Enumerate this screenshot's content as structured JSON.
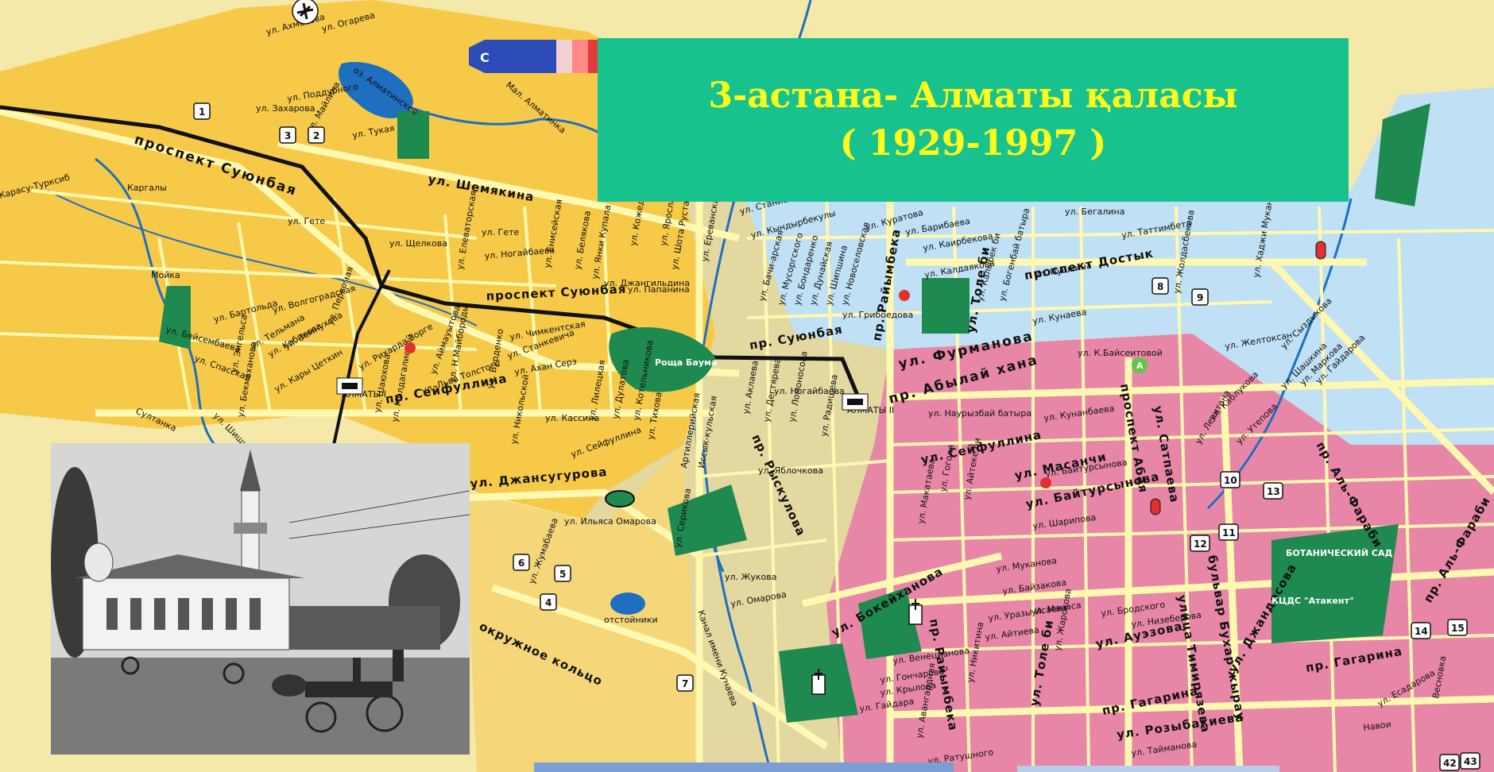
{
  "title": {
    "line1": "3-астана- Алматы қаласы",
    "line2": "( 1929-1997 )"
  },
  "colors": {
    "north_west_district": "#f7c948",
    "center_district": "#e2d8a0",
    "east_district": "#bfe0f5",
    "south_east_district": "#e886a8",
    "parks": "#1e8a50",
    "roads": "#fff8b0",
    "title_panel": "#17c28e",
    "title_text": "#ffff1a"
  },
  "map": {
    "streets": [
      "ул. Ахметова",
      "ул. Огарева",
      "ул. Поддубного",
      "ул. Захарова",
      "ул. Майлина",
      "ул. Тукая",
      "ул. Гете",
      "ул. Щелкова",
      "ул. Ногайбаева",
      "ул. Елеваторская",
      "ул. Гете",
      "ул. Енисейская",
      "ул. Белякова",
      "ул. Янки Купала",
      "ул. Джангильдина",
      "ул. Кожедуба",
      "ул. Ярославская",
      "ул. Ереванская",
      "ул. Папанина",
      "ул. Шота Руставели",
      "ул. Бартольда",
      "ул. Волгоградская",
      "ул. Бейсембаева",
      "ул. Энгельса",
      "ул. Тельмана",
      "ул. Кобикова",
      "ул. Земнухова",
      "ул. Первомая",
      "ул. Спасская",
      "ул. Кары Цеткин",
      "ул. Бекмаханова",
      "ул. Шишкина",
      "ул. Рихарда Зорге",
      "ул. Шаюхова",
      "ул. Молдагалиевой",
      "ул. Аймауытова",
      "ул. Н.Майбороды",
      "ул. Льва Толстого",
      "ул. Бурденко",
      "ул. Чимкентская",
      "ул. Станкевича",
      "ул. Ахан Серэ",
      "ул. Никольской",
      "ул. Кассина",
      "ул. Лилецкая",
      "ул. Дулатова",
      "ул. Котельникова",
      "ул. Тихова",
      "Артиллерийская",
      "Иссык-кульская",
      "ул. Ильяса Омарова",
      "ул. Сейфуллина",
      "ул. Жумабаева",
      "ул. Серикова",
      "ул. Яблочкова",
      "ул. Дегтярева",
      "ул. Аклаева",
      "ул. Ломоносова",
      "ул. Радищева",
      "ул. Ногайбаева",
      "ул. Станиславского",
      "ул. Кындырбекулы",
      "ул. Бачи-арская",
      "ул. Мусоргского",
      "ул. Бондаренко",
      "ул. Дунайская",
      "ул. Шипшина",
      "ул. Новоселовская",
      "ул. Грибоедова",
      "ул. Куратова",
      "ул. Барибаева",
      "ул. Каирбекова",
      "ул. Калдаякова",
      "ул. Калыбек би",
      "ул. Богенбай батыра",
      "ул. Пушкина",
      "ул. Кунаева",
      "ул. Бегалина",
      "ул. Таттимбета",
      "ул. Жолдасбекова",
      "ул. Хаджи Мукана",
      "ул. Желтоксан",
      "ул. К.Байсеитовой",
      "ул. Наурызбай батыра",
      "ул. Кунанбаева",
      "ул. Байтурсынова",
      "ул. Шарипова",
      "ул. Макатаева",
      "ул. Гоголя",
      "ул. Айтеке би",
      "ул. Мукано­ва",
      "ул. Байзакова",
      "ул. Уразы Исаева",
      "ул. Айтиева",
      "ул. Никитина",
      "ул. Манаса",
      "ул. Жарокова",
      "ул. Бродского",
      "ул. Низеберова",
      "ул. Венецианова",
      "ул. Гончарова",
      "ул. Крылова",
      "ул. Гайдара",
      "ул. Авангардная",
      "ул. Ратушного",
      "ул. Таймановa",
      "ул. Жукова",
      "ул. Омарова",
      "ул. Сыздыкова",
      "ул. Шашкина",
      "ул. Маркова",
      "ул. Гайдарова",
      "ул. Утепова",
      "ул. Каблукова",
      "ул. Левитана",
      "ул. Есадарова",
      "Навои",
      "Весновка"
    ],
    "avenues": [
      "проспект Суюнбая",
      "ул. Шемякина",
      "проспект Суюнбая",
      "пр. Суюнбая",
      "пр. Сейфуллина",
      "ул. Джансугурова",
      "пр. Рыскулова",
      "пр. Райымбека",
      "ул. Толе би",
      "проспект Достык",
      "ул. Фурманова",
      "пр. Абылай хана",
      "ул. Сейфуллина",
      "ул. Масанчи",
      "ул. Байтурсынова",
      "проспект Абая",
      "ул. Сатпаева",
      "ул. Бокейханова",
      "пр. Райымбека",
      "ул. Толе би",
      "ул. Ауэзова",
      "пр. Гагарина",
      "ул. Розыбакиева",
      "ул. Джандосова",
      "улица Тимирязева",
      "бульвар Бухар жырау",
      "пр. Гагарина",
      "пр. Аль-Фараби",
      "пр. Аль-Фараби",
      "окружное кольцо"
    ],
    "places": [
      "Роща Баума",
      "АЛМАТЫ I",
      "АЛМАТЫ II",
      "отстойники",
      "БОТАНИЧЕСКИЙ САД",
      "КЦДС \"Атакент\"",
      "Канал имени Кунаева",
      "оз. Алматинское",
      "Мал. Алматинка",
      "Каргалы",
      "Мойка",
      "Султанка",
      "Карасу-Турксиб"
    ],
    "markers": [
      "1",
      "2",
      "3",
      "4",
      "5",
      "6",
      "7",
      "8",
      "9",
      "10",
      "11",
      "12",
      "13",
      "14",
      "15",
      "42",
      "43"
    ],
    "icons": [
      "airplane-icon",
      "train-station-icon",
      "church-icon",
      "apple-icon",
      "metro-a-icon"
    ]
  },
  "photo": {
    "description_icon": "historic-mosque-photo"
  }
}
